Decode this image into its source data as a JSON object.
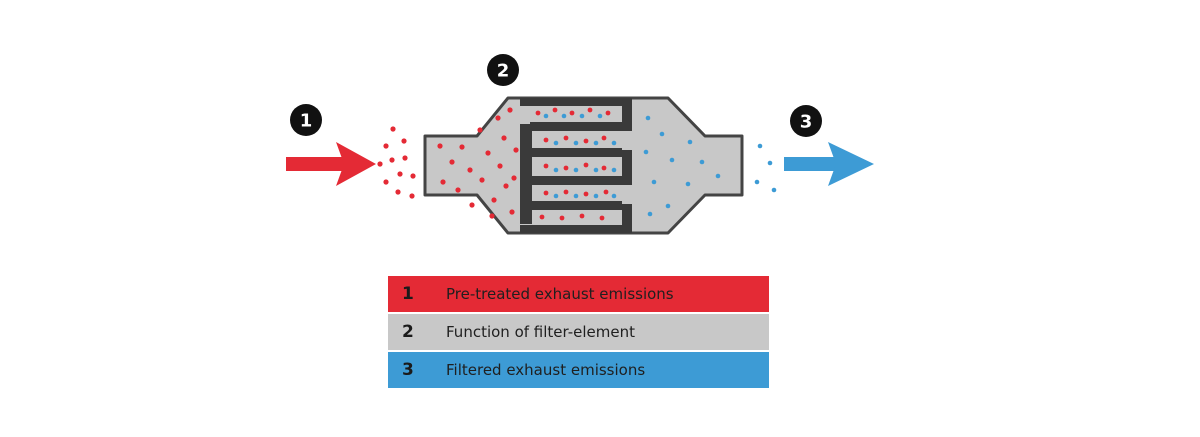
{
  "markers": [
    "1",
    "2",
    "3"
  ],
  "legend": [
    {
      "number": "1",
      "label": "Pre-treated exhaust emissions"
    },
    {
      "number": "2",
      "label": "Function of filter-element"
    },
    {
      "number": "3",
      "label": "Filtered exhaust emissions"
    }
  ],
  "colors": {
    "red": "#e42a35",
    "blue": "#3d9bd5",
    "housing": "#c8c8c8",
    "outline": "#444444",
    "filter": "#3a3a3a"
  }
}
